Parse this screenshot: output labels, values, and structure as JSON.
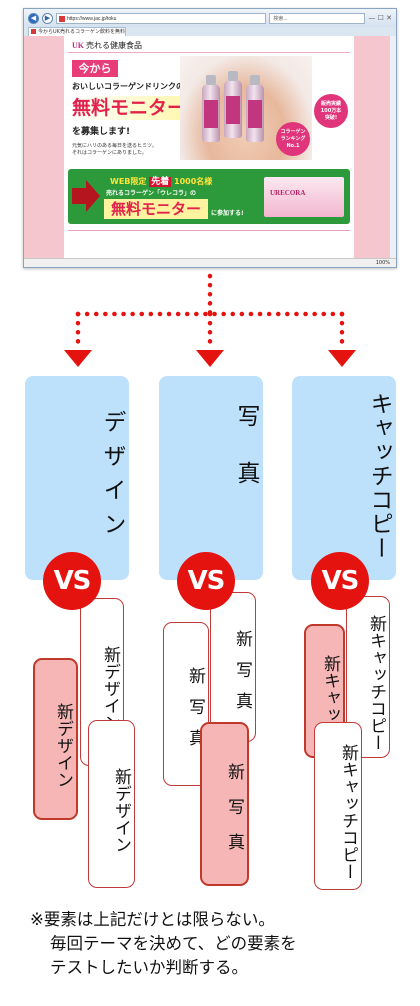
{
  "browser": {
    "url": "https://www.jac.jp/toku",
    "search_placeholder": "検索...",
    "tab_title": "今からUK売れるコラーゲン飲料を無料",
    "zoom": "100%",
    "landing_page": {
      "brand_mark": "UK",
      "brand_name": "売れる健康食品",
      "headline_now": "今から",
      "subheadline": "おいしいコラーゲンドリンクの",
      "free_monitor": "無料モニター",
      "recruiting": "を募集します!",
      "small_text": "元気にハリのある毎日を送るヒミツ。\nそれはコラーゲンにありました。",
      "badge_ranking": [
        "コラーゲン",
        "ランキング",
        "No.1"
      ],
      "badge_sales": [
        "販売実績",
        "100万本",
        "突破!"
      ],
      "cta_web": "WEB限定",
      "cta_first": "先着",
      "cta_count": "1000名様",
      "cta_product_line": "売れるコラーゲン「ウレコラ」の",
      "cta_free_monitor": "無料モニター",
      "cta_join": "に参加する!",
      "product_logo": "URECORA"
    },
    "colors": {
      "page_bg": "#f6c6cf",
      "accent_pink": "#e73c78",
      "cta_green": "#2c9a3a",
      "cta_red": "#b5151f"
    }
  },
  "flow": {
    "arrow_color": "#e4130f",
    "style": "dotted"
  },
  "categories": [
    {
      "label": "デザイン",
      "vs": "VS",
      "cards": [
        {
          "text": "新デザイン",
          "style": "white"
        },
        {
          "text": "新デザイン",
          "style": "pink"
        },
        {
          "text": "新デザイン",
          "style": "white"
        }
      ]
    },
    {
      "label": "写真",
      "vs": "VS",
      "cards": [
        {
          "text": "新写真",
          "style": "white"
        },
        {
          "text": "新写真",
          "style": "white"
        },
        {
          "text": "新写真",
          "style": "pink"
        }
      ]
    },
    {
      "label": "キャッチコピー",
      "vs": "VS",
      "cards": [
        {
          "text": "新キャッチコピー",
          "style": "white"
        },
        {
          "text": "新キャッチ",
          "style": "pink"
        },
        {
          "text": "新キャッチコピー",
          "style": "white"
        }
      ]
    }
  ],
  "note": {
    "line1": "※要素は上記だけとは限らない。",
    "line2": "毎回テーマを決めて、どの要素を",
    "line3": "テストしたいか判断する。"
  },
  "colors": {
    "column_bg": "#bde0fb",
    "vs_red": "#e4130f",
    "card_border": "#c03a3a",
    "card_pink": "#f7b6b6"
  }
}
